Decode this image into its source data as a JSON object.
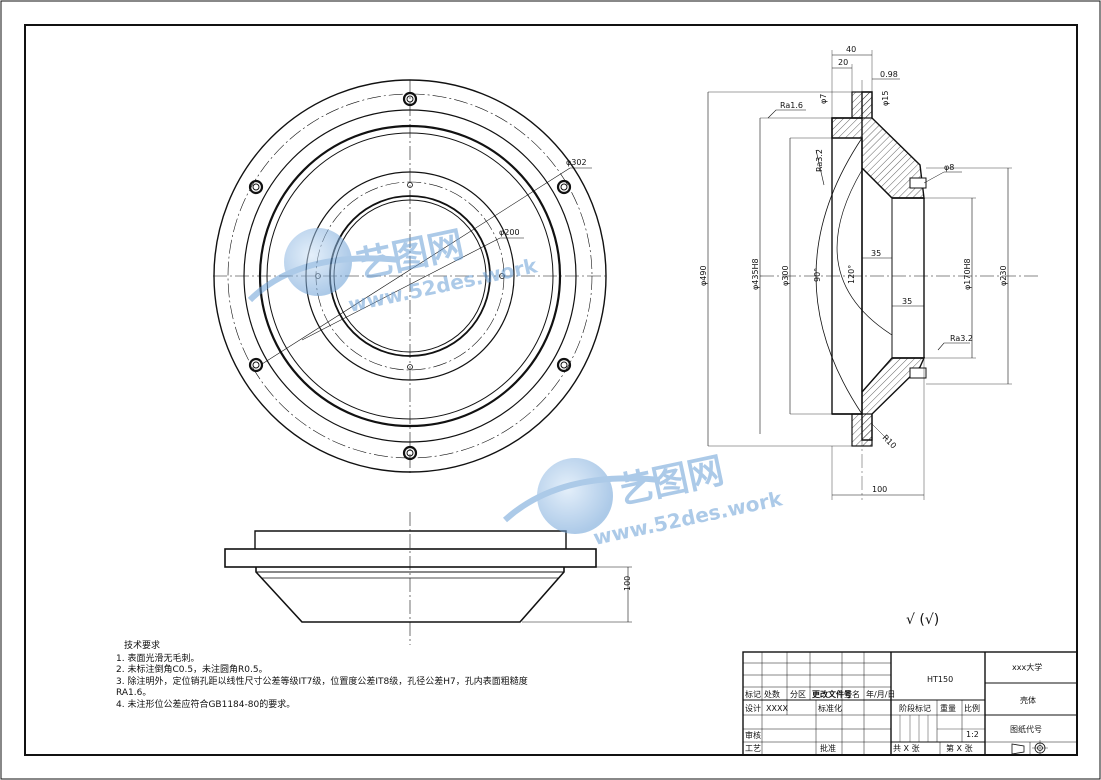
{
  "front_view_labels": {
    "dia_302": "φ302",
    "dia_200": "φ200"
  },
  "section_view_labels": {
    "dim_40": "40",
    "dim_20": "20",
    "dim_098": "0.98",
    "dim_phi7": "φ7",
    "dim_phi15": "φ15",
    "ra16": "Ra1.6",
    "ra32_a": "Ra3.2",
    "ra32_b": "Ra3.2",
    "phi_m8": "φ8",
    "dia_490": "φ490",
    "dia_435": "φ435H8",
    "dia_300": "φ300",
    "angle_90": "90°",
    "angle_120": "120°",
    "dim_35a": "35",
    "dim_35b": "35",
    "dia_170": "φ170H8",
    "dia_230": "φ230",
    "dim_100": "100",
    "m_r10": "R10"
  },
  "bottom_view_labels": {
    "dim_100": "100"
  },
  "finish_symbol": "√ (√)",
  "notes": {
    "title": "技术要求",
    "lines": [
      "1. 表面光滑无毛刺。",
      "2. 未标注倒角C0.5，未注圆角R0.5。",
      "3. 除注明外，定位销孔距以线性尺寸公差等级IT7级，位置度公差IT8级，孔径公差H7，孔内表面粗糙度",
      "RA1.6。",
      "4. 未注形位公差应符合GB1184-80的要求。"
    ]
  },
  "title_block": {
    "material": "HT150",
    "school": "xxx大学",
    "part_name": "壳体",
    "drawing_code": "图纸代号",
    "scale_header": "比例",
    "scale_value": "1:2",
    "stage_mark": "阶段标记",
    "weight": "重量",
    "row_mark": "标记",
    "row_count": "处数",
    "row_zone": "分区",
    "row_change_doc": "更改文件号",
    "row_sign": "签名",
    "row_date": "年/月/日",
    "design": "设计",
    "design_name": "XXXX",
    "standardize": "标准化",
    "review": "审核",
    "process": "工艺",
    "approve": "批准",
    "total_sheets": "共 X 张",
    "sheet_no": "第 X 张"
  },
  "watermarks": [
    {
      "brand": "艺图网",
      "url": "www.52des.work"
    },
    {
      "brand": "艺图网",
      "url": "www.52des.work"
    }
  ]
}
